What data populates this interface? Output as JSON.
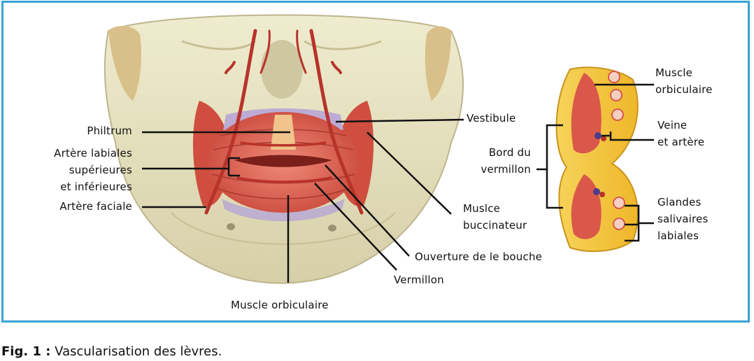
{
  "figure": {
    "caption_label": "Fig. 1 :",
    "caption_text": " Vascularisation des lèvres.",
    "frame_color": "#3aa3d8"
  },
  "main_view": {
    "labels": {
      "philtrum": "Philtrum",
      "arteres_1": "Artère labiales",
      "arteres_2": "supérieures",
      "arteres_3": "et inférieures",
      "artere_faciale": "Artère faciale",
      "vestibule": "Vestibule",
      "bord_1": "Bord du",
      "bord_2": "vermillon",
      "buccinateur_1": "Muslce",
      "buccinateur_2": "buccinateur",
      "ouverture": "Ouverture de le bouche",
      "vermillon": "Vermillon",
      "muscle_orbiculaire": "Muscle orbiculaire"
    }
  },
  "section_view": {
    "labels": {
      "muscle_1": "Muscle",
      "muscle_2": "orbiculaire",
      "veine_1": "Veine",
      "veine_2": "et artère",
      "glandes_1": "Glandes",
      "glandes_2": "salivaires",
      "glandes_3": "labiales"
    }
  },
  "colors": {
    "bone": "#e6e1c4",
    "muscle": "#d9584a",
    "artery": "#b8332a",
    "fat": "#f2c230",
    "mucosa": "#b7a6d6"
  }
}
